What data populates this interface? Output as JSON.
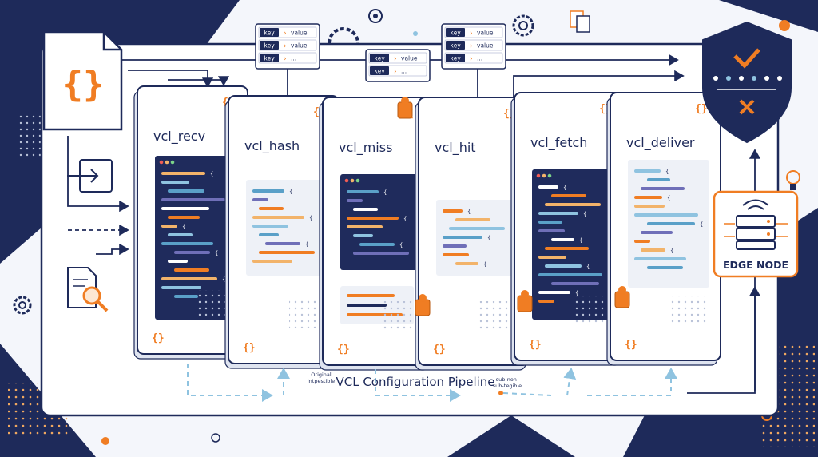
{
  "colors": {
    "navy": "#1e2a5a",
    "orange": "#f07d23",
    "light_blue": "#8fc3e0",
    "panel_bg": "#ffffff",
    "code_bg": "#1f2b5c",
    "page_bg": "#f4f6fb"
  },
  "panels": [
    {
      "title": "vcl_recv"
    },
    {
      "title": "vcl_hash"
    },
    {
      "title": "vcl_miss"
    },
    {
      "title": "vcl_hit"
    },
    {
      "title": "vcl_fetch"
    },
    {
      "title": "vcl_deliver"
    }
  ],
  "kv_boxes": [
    {
      "rows": [
        {
          "key": "key",
          "value": "value"
        },
        {
          "key": "key",
          "value": "value"
        },
        {
          "key": "key",
          "value": "..."
        }
      ]
    },
    {
      "rows": [
        {
          "key": "key",
          "value": "value"
        },
        {
          "key": "key",
          "value": "..."
        }
      ]
    },
    {
      "rows": [
        {
          "key": "key",
          "value": "value"
        },
        {
          "key": "key",
          "value": "value"
        },
        {
          "key": "key",
          "value": "..."
        }
      ]
    }
  ],
  "braces": "{}",
  "bottom_caption": {
    "left_note_line1": "Original",
    "left_note_line2": "intpestible",
    "title": "VCL Configuration Pipeline",
    "right_note_line1": "sub-non-",
    "right_note_line2": "sub-tegible"
  },
  "edge_node": {
    "label": "EDGE NODE"
  },
  "icons": [
    "json-file-icon",
    "login-icon",
    "document-search-icon",
    "shield-check-icon",
    "gear-icon",
    "lightbulb-icon",
    "puzzle-connector-icon",
    "server-icon"
  ]
}
